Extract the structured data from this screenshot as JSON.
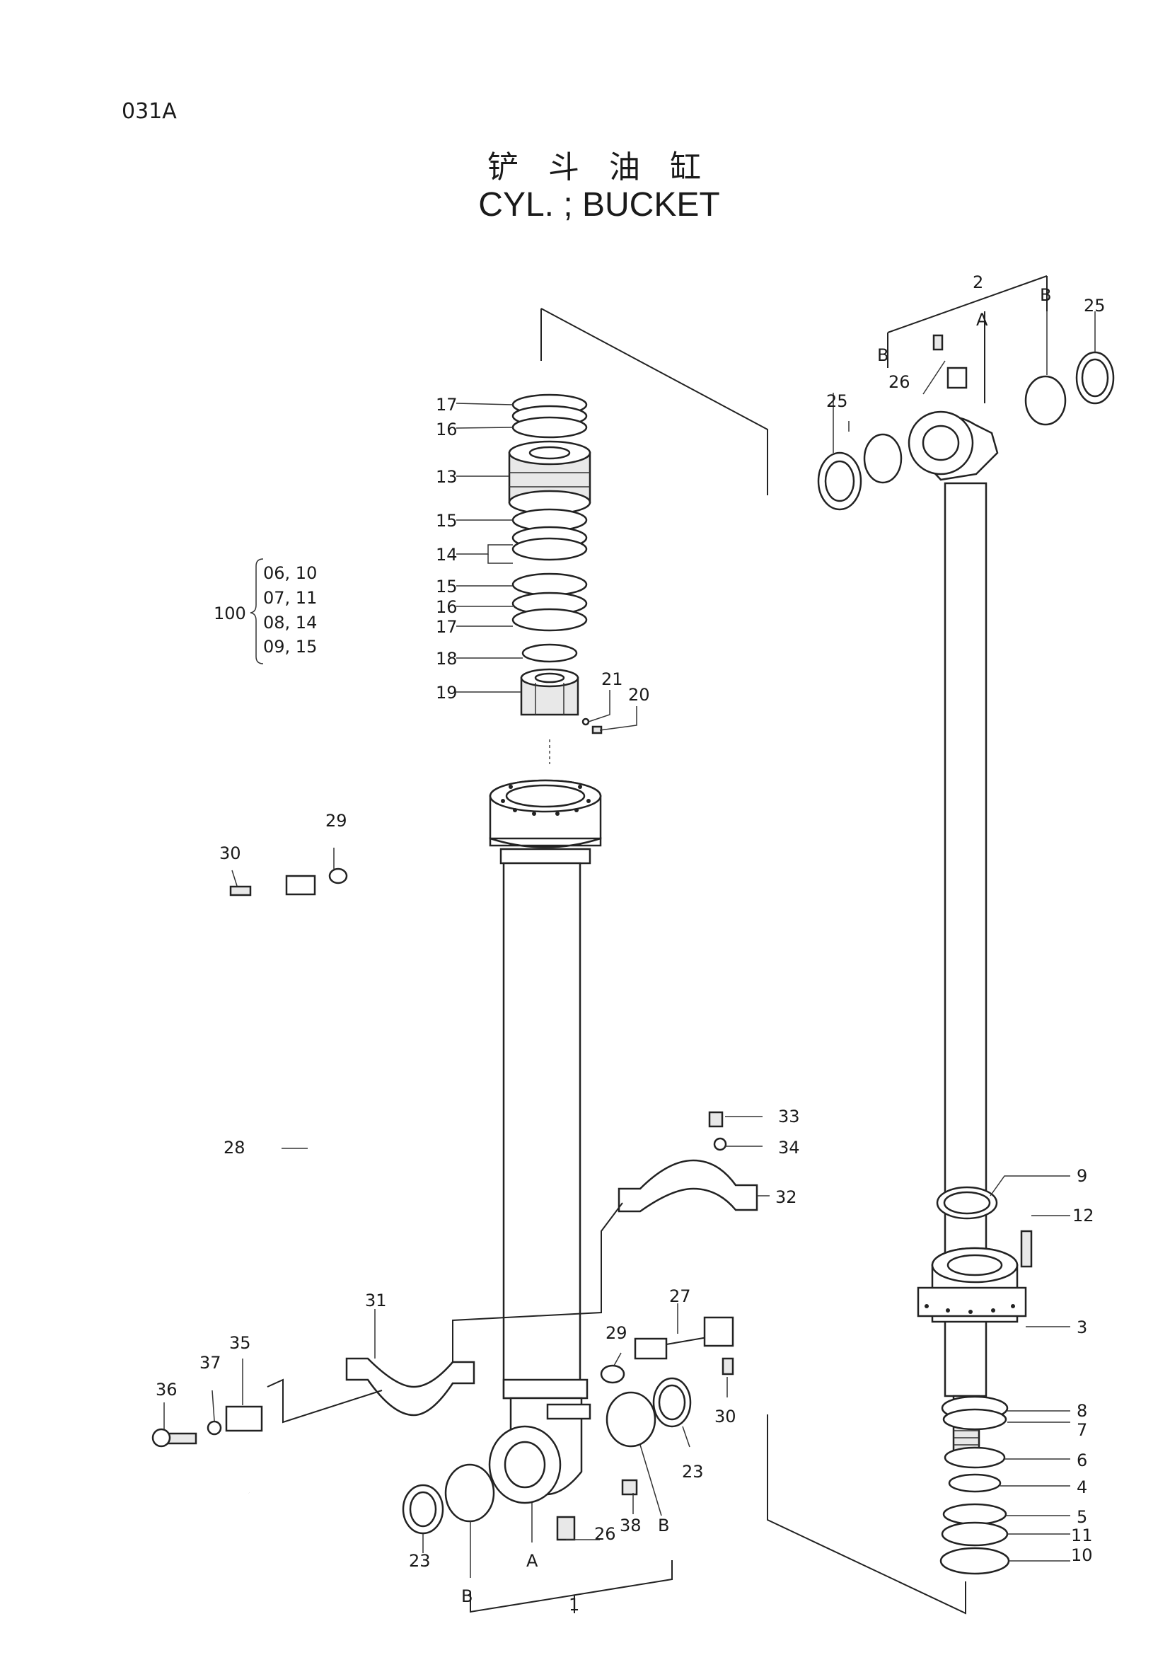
{
  "page_code": "031A",
  "title_cn": "铲 斗 油 缸",
  "title_en": "CYL. ; BUCKET",
  "kit": {
    "number": "100",
    "lines": [
      "06, 10",
      "07, 11",
      "08, 14",
      "09, 15"
    ]
  },
  "callouts": {
    "c1": "1",
    "c2": "2",
    "c3": "3",
    "c4": "4",
    "c5": "5",
    "c6": "6",
    "c7": "7",
    "c8": "8",
    "c9": "9",
    "c10": "10",
    "c11": "11",
    "c12": "12",
    "c13": "13",
    "c14": "14",
    "c15a": "15",
    "c15b": "15",
    "c16a": "16",
    "c16b": "16",
    "c17a": "17",
    "c17b": "17",
    "c18": "18",
    "c19": "19",
    "c20": "20",
    "c21": "21",
    "c23a": "23",
    "c23b": "23",
    "c25a": "25",
    "c25b": "25",
    "c26a": "26",
    "c26b": "26",
    "c27": "27",
    "c28": "28",
    "c29a": "29",
    "c29b": "29",
    "c30a": "30",
    "c30b": "30",
    "c31": "31",
    "c32": "32",
    "c33": "33",
    "c34": "34",
    "c35": "35",
    "c36": "36",
    "c37": "37",
    "c38": "38",
    "A1": "A",
    "A2": "A",
    "B1": "B",
    "B2": "B",
    "B3": "B",
    "B4": "B"
  }
}
